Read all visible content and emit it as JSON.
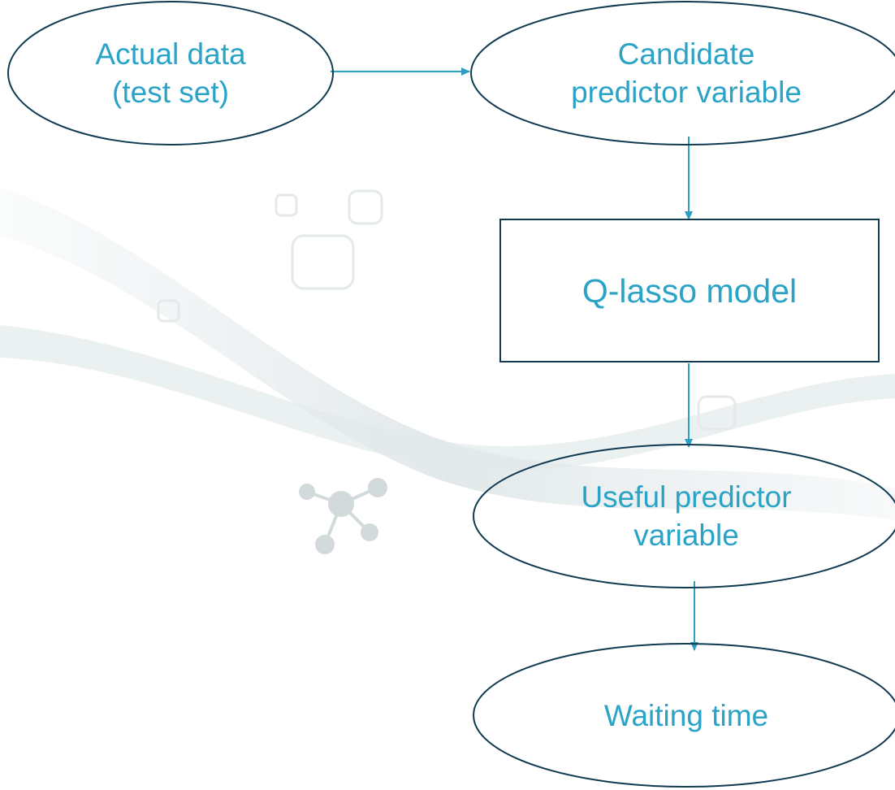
{
  "diagram": {
    "nodes": [
      {
        "id": "actual-data",
        "shape": "ellipse",
        "lines": [
          "Actual data",
          "(test set)"
        ]
      },
      {
        "id": "candidate",
        "shape": "ellipse",
        "lines": [
          "Candidate",
          "predictor variable"
        ]
      },
      {
        "id": "qlasso",
        "shape": "rectangle",
        "lines": [
          "Q-lasso model"
        ]
      },
      {
        "id": "useful",
        "shape": "ellipse",
        "lines": [
          "Useful predictor",
          "variable"
        ]
      },
      {
        "id": "waiting",
        "shape": "ellipse",
        "lines": [
          "Waiting time"
        ]
      }
    ],
    "edges": [
      {
        "from": "actual-data",
        "to": "candidate"
      },
      {
        "from": "candidate",
        "to": "qlasso"
      },
      {
        "from": "qlasso",
        "to": "useful"
      },
      {
        "from": "useful",
        "to": "waiting"
      }
    ],
    "colors": {
      "text": "#2aa3c7",
      "arrow": "#2f9ec4",
      "outline": "#0f3a52",
      "background_motif": "#c9d2d5"
    }
  }
}
